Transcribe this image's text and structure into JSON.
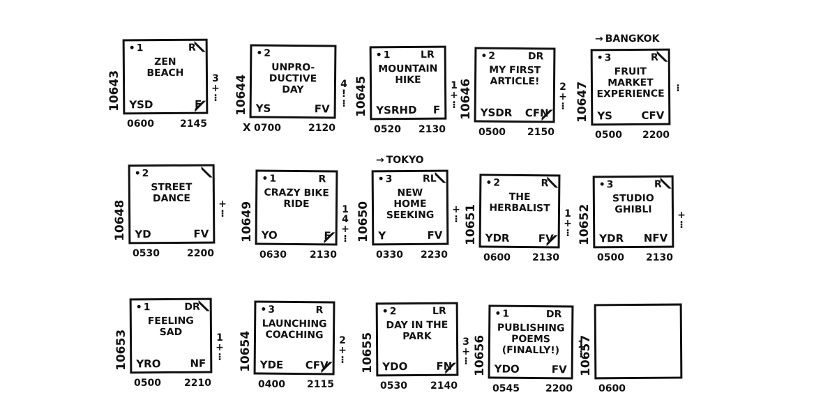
{
  "cards": [
    {
      "id": "10643",
      "num": "1",
      "tag": "R",
      "title": "ZEN\nBEACH",
      "corner_left": "YSD",
      "corner_right": "F",
      "start": "0600",
      "end": "2145",
      "side": "3\n+\n⁝"
    },
    {
      "id": "10644",
      "num": "2",
      "tag": "",
      "title": "UNPRO-\nDUCTIVE\nDAY",
      "corner_left": "YS",
      "corner_right": "FV",
      "start": "0700",
      "end": "2120",
      "side": "4\n!\n⁝",
      "mark": "X"
    },
    {
      "id": "10645",
      "num": "1",
      "tag": "LR",
      "title": "MOUNTAIN\nHIKE",
      "corner_left": "YSRHD",
      "corner_right": "F",
      "start": "0520",
      "end": "2130",
      "side": "1\n+\n⁝"
    },
    {
      "id": "10646",
      "num": "2",
      "tag": "DR",
      "title": "MY FIRST\nARTICLE!",
      "corner_left": "YSDR",
      "corner_right": "CFN",
      "start": "0500",
      "end": "2150",
      "side": "2\n+\n⁝"
    },
    {
      "id": "10647",
      "num": "3",
      "tag": "R",
      "title": "FRUIT\nMARKET\nEXPERIENCE",
      "corner_left": "YS",
      "corner_right": "CFV",
      "start": "0500",
      "end": "2200",
      "side": "⁝",
      "dest": "BANGKOK"
    },
    {
      "id": "10648",
      "num": "2",
      "tag": "",
      "title": "STREET\nDANCE",
      "corner_left": "YD",
      "corner_right": "FV",
      "start": "0530",
      "end": "2200",
      "side": "+\n⁝"
    },
    {
      "id": "10649",
      "num": "1",
      "tag": "R",
      "title": "CRAZY BIKE\nRIDE",
      "corner_left": "YO",
      "corner_right": "F",
      "start": "0630",
      "end": "2130",
      "side": "1\n4\n+\n⁝"
    },
    {
      "id": "10650",
      "num": "3",
      "tag": "RL",
      "title": "NEW\nHOME\nSEEKING",
      "corner_left": "Y",
      "corner_right": "FV",
      "start": "0330",
      "end": "2230",
      "side": "+\n⁝",
      "dest": "TOKYO"
    },
    {
      "id": "10651",
      "num": "2",
      "tag": "R",
      "title": "THE\nHERBALIST",
      "corner_left": "YDR",
      "corner_right": "FV",
      "start": "0600",
      "end": "2130",
      "side": "1\n+\n⁝"
    },
    {
      "id": "10652",
      "num": "3",
      "tag": "R",
      "title": "STUDIO\nGHIBLI",
      "corner_left": "YDR",
      "corner_right": "NFV",
      "start": "0500",
      "end": "2130",
      "side": "+\n⁝"
    },
    {
      "id": "10653",
      "num": "1",
      "tag": "DR",
      "title": "FEELING\nSAD",
      "corner_left": "YRO",
      "corner_right": "NF",
      "start": "0500",
      "end": "2210",
      "side": "1\n+\n⁝"
    },
    {
      "id": "10654",
      "num": "3",
      "tag": "R",
      "title": "LAUNCHING\nCOACHING",
      "corner_left": "YDE",
      "corner_right": "CFV",
      "start": "0400",
      "end": "2115",
      "side": "2\n+\n⁝"
    },
    {
      "id": "10655",
      "num": "2",
      "tag": "LR",
      "title": "DAY IN THE\nPARK",
      "corner_left": "YDO",
      "corner_right": "FN",
      "start": "0530",
      "end": "2140",
      "side": "3\n+\n⁝"
    },
    {
      "id": "10656",
      "num": "1",
      "tag": "DR",
      "title": "PUBLISHING\nPOEMS\n(FINALLY!)",
      "corner_left": "YDO",
      "corner_right": "FV",
      "start": "0545",
      "end": "2200",
      "side": "1\n⁝"
    },
    {
      "id": "10657",
      "num": "",
      "tag": "",
      "title": "",
      "corner_left": "",
      "corner_right": "",
      "start": "0600",
      "end": "",
      "side": ""
    }
  ]
}
